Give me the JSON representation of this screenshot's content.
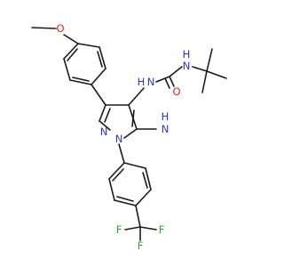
{
  "colors": {
    "bond": "#1a1a1a",
    "oxygen": "#e4241c",
    "nitrogen": "#2b34d9",
    "fluorine": "#2fa52f",
    "background": "#ffffff"
  },
  "atoms": {
    "o_methoxy": "O",
    "nh_upper_right": "H",
    "n_upper_right": "N",
    "nh_urea_left": "H",
    "n_urea_left": "N",
    "o_carbonyl": "O",
    "h_amino": "H",
    "n_amino": "N",
    "n_pyrazole_2": "N",
    "n_pyrazole_1": "N",
    "f_left": "F",
    "f_bottom": "F",
    "f_right": "F"
  }
}
